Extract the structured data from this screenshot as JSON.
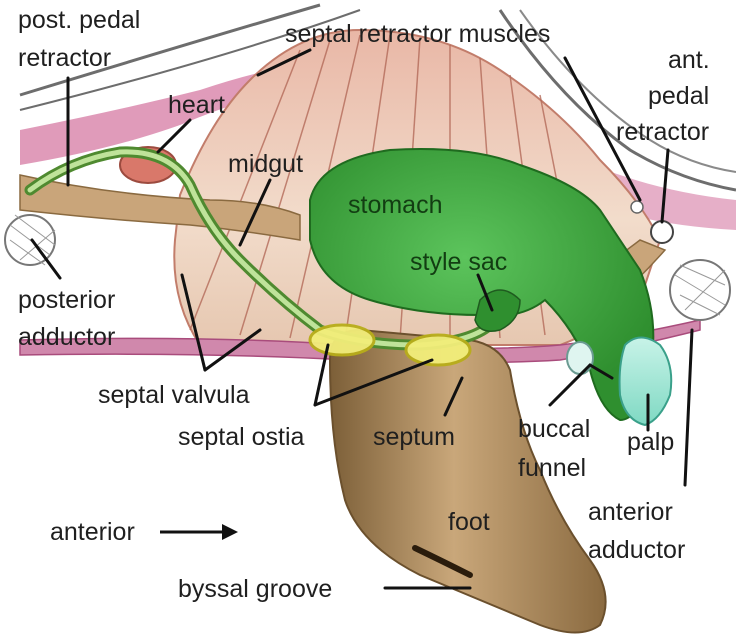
{
  "labels": {
    "post_pedal_retractor": [
      "post. pedal",
      "retractor"
    ],
    "septal_retractor_muscles": "septal retractor muscles",
    "ant_pedal_retractor": [
      "ant.",
      "pedal",
      "retractor"
    ],
    "heart": "heart",
    "midgut": "midgut",
    "stomach": "stomach",
    "style_sac": "style sac",
    "posterior_adductor": [
      "posterior",
      "adductor"
    ],
    "septal_valvula": "septal valvula",
    "septal_ostia": "septal ostia",
    "septum": "septum",
    "buccal_funnel": [
      "buccal",
      "funnel"
    ],
    "palp": "palp",
    "anterior_adductor": [
      "anterior",
      "adductor"
    ],
    "anterior": "anterior",
    "foot": "foot",
    "byssal_groove": "byssal groove"
  },
  "colors": {
    "muscle_tan": "#c9a57a",
    "muscle_pink": "#e6c0b0",
    "mantle_pink": "#c2548a",
    "stomach_green": "#3fa53f",
    "gut_green": "#7fbf5a",
    "ostia_yellow": "#e8e24a",
    "palp_cyan": "#9fe6d6",
    "foot_brown": "#a8875a",
    "leader": "#111111"
  }
}
